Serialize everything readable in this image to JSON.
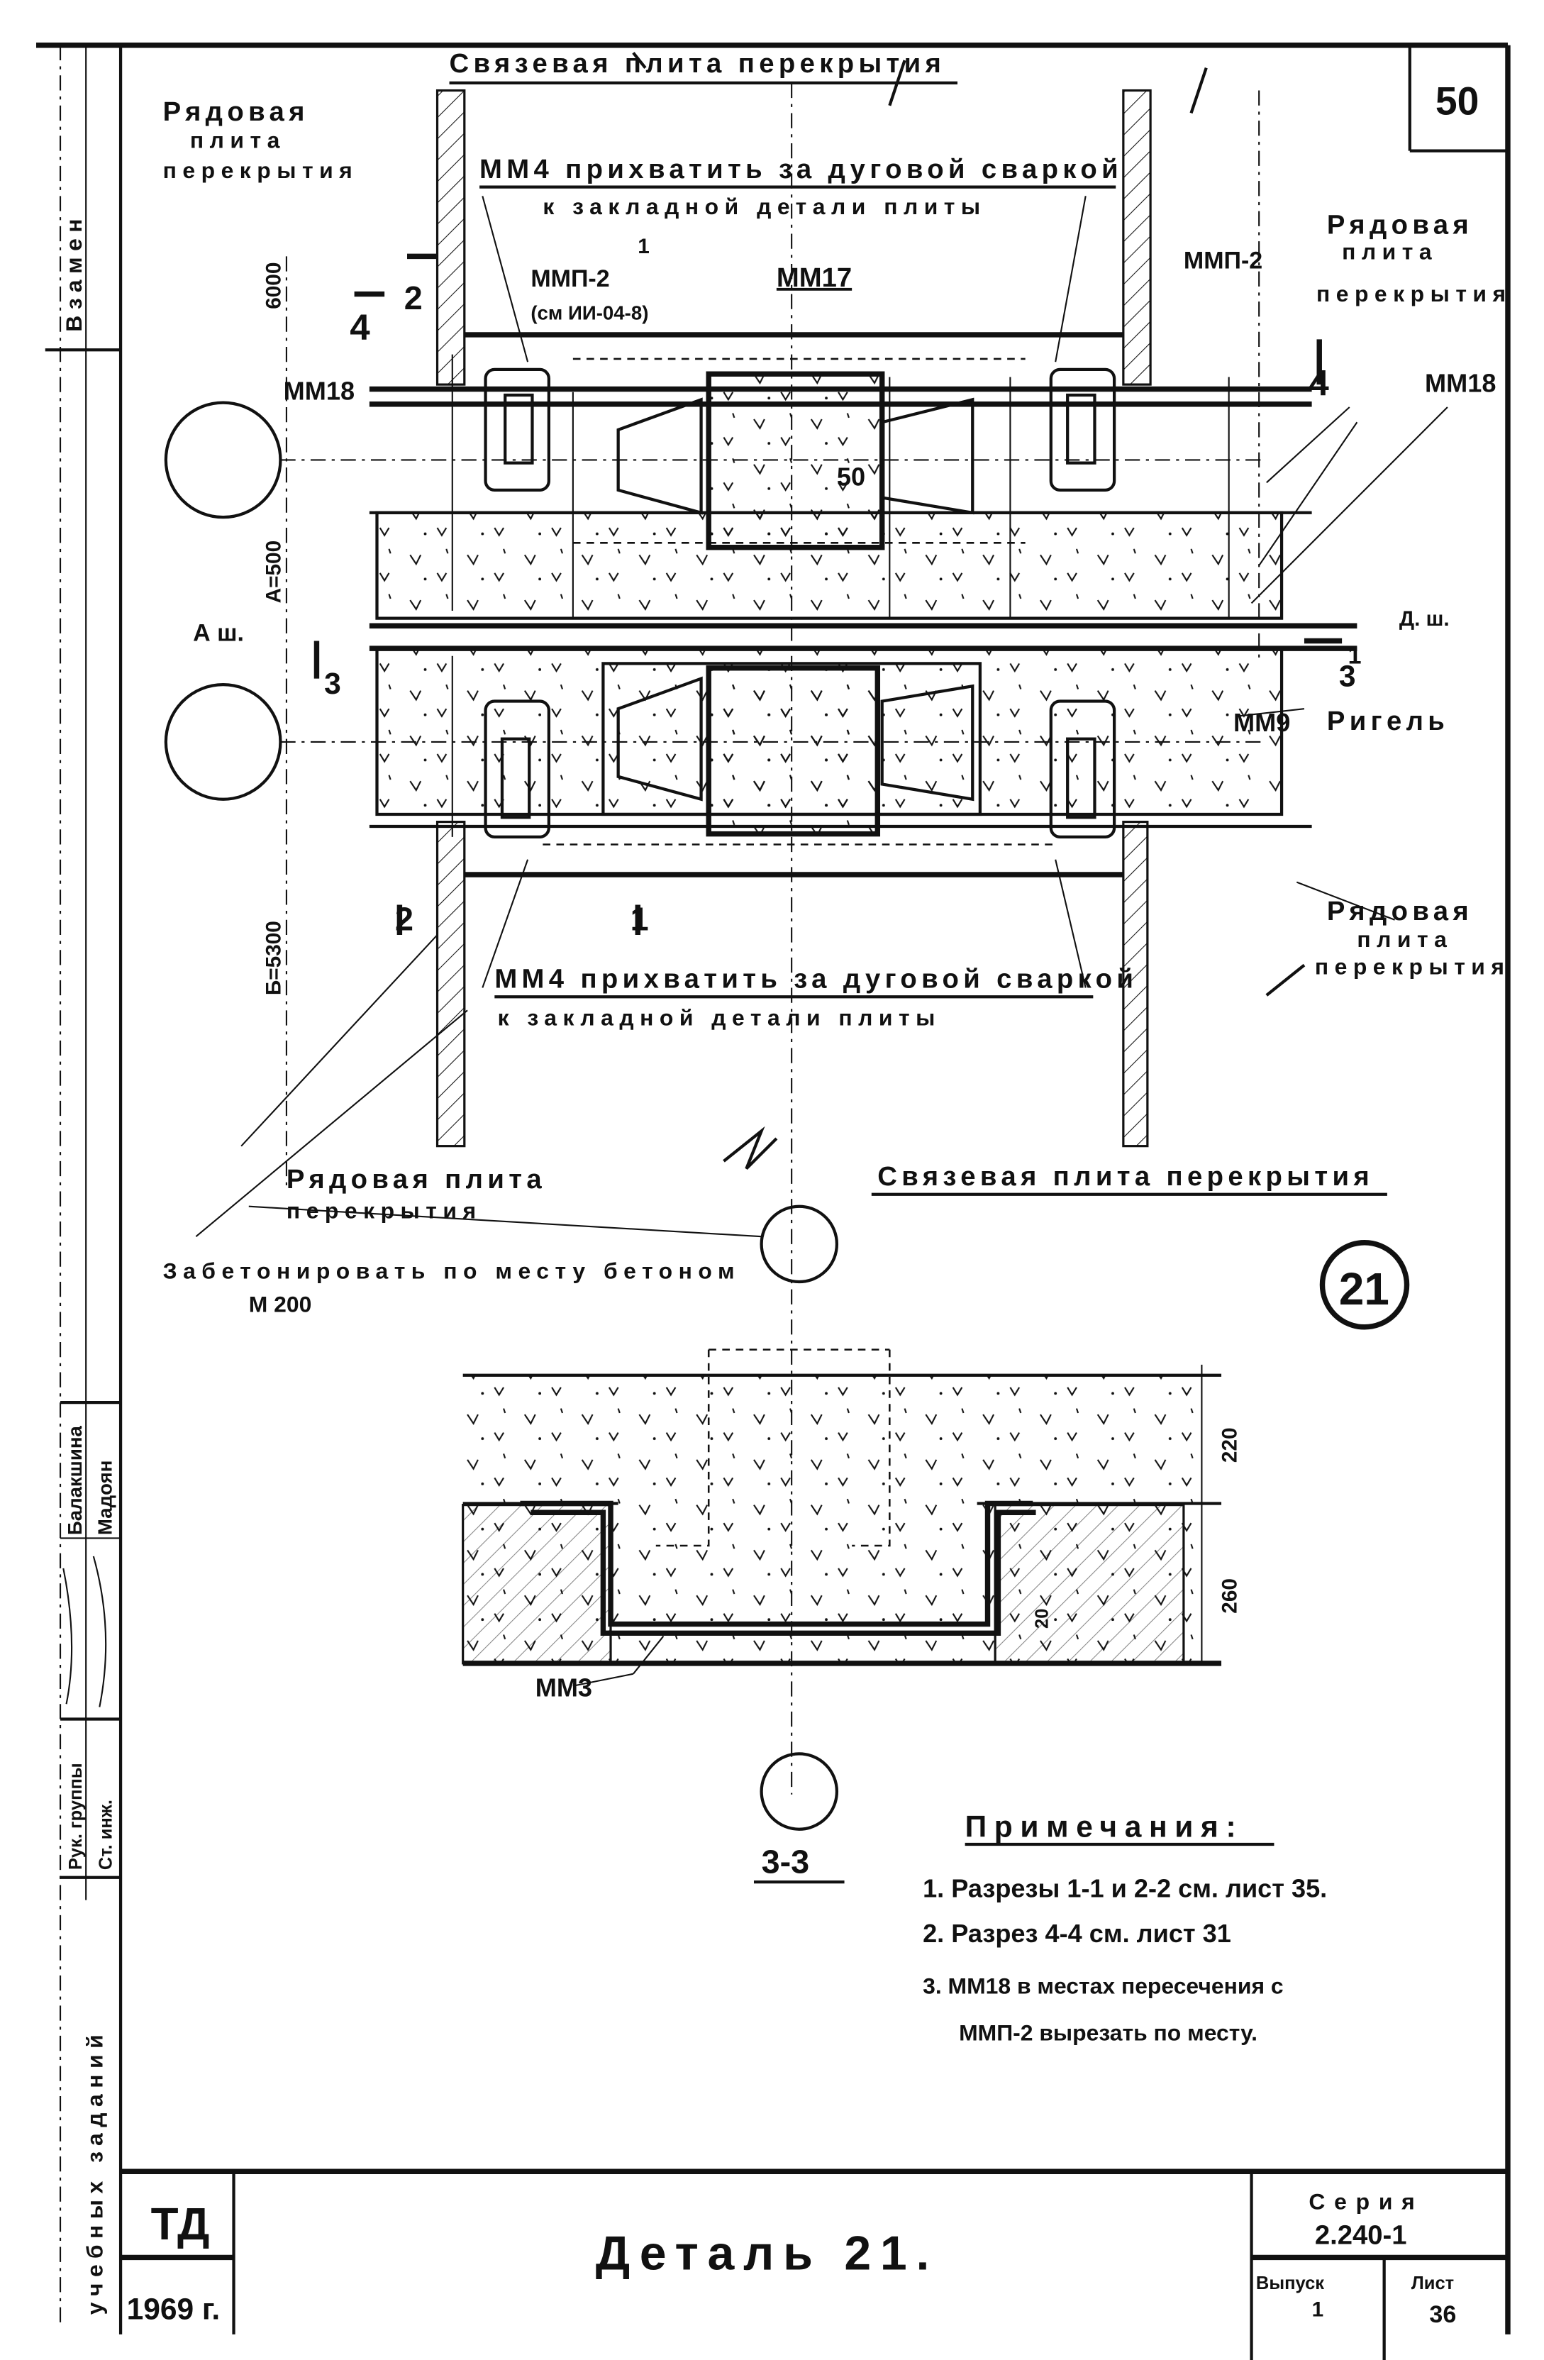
{
  "sheet": {
    "page_number": "50",
    "detail_number": "21",
    "title": "Деталь 21.",
    "code": "ТД",
    "year": "1969 г.",
    "series_label": "Серия",
    "series_value": "2.240-1",
    "issue_label": "Выпуск",
    "issue_value": "1",
    "sheet_label": "Лист",
    "sheet_value": "36"
  },
  "margin": {
    "replaces": "Взамен",
    "role_1": "Рук. группы",
    "role_2": "Ст. инж.",
    "name_1": "Балакшина",
    "name_2": "Мадоян",
    "stamp": "учебных заданий"
  },
  "plan": {
    "top_slab": "Связевая плита перекрытия",
    "bottom_slab": "Связевая плита перекрытия",
    "row_slab_tl": [
      "Рядовая",
      "плита",
      "перекрытия"
    ],
    "row_slab_tr": [
      "Рядовая",
      "плита",
      "перекрытия"
    ],
    "row_slab_br": [
      "Рядовая",
      "плита",
      "перекрытия"
    ],
    "row_slab_bl": [
      "Рядовая плита",
      "перекрытия"
    ],
    "weld_note_top": [
      "ММ4 прихватить за дуговой сваркой",
      "к закладной детали плиты"
    ],
    "weld_note_bottom": [
      "ММ4 прихватить за дуговой сваркой",
      "к закладной детали плиты"
    ],
    "mmp2_left": "ММП-2",
    "mmp2_ref": "(см ИИ-04-8)",
    "mmp2_ref_num": "1",
    "mmp2_right": "ММП-2",
    "mm17": "ММ17",
    "mm18_left": "ММ18",
    "mm18_right": "ММ18",
    "mm9": "ММ9",
    "rigel": "Ригель",
    "dim_50": "50",
    "dim_6000": "6000",
    "dim_a": "А=500",
    "dim_b": "Б=5300",
    "axis_a": "А ш.",
    "axis_d": "Д. ш.",
    "section_marks": [
      "4",
      "2",
      "3",
      "1",
      "4",
      "3",
      "2",
      "1"
    ],
    "concrete_note": [
      "Забетонировать по месту бетоном",
      "М 200"
    ]
  },
  "section": {
    "title": "3-3",
    "dim_top": "220",
    "dim_bottom": "260",
    "dim_20": "20",
    "mm3": "ММ3"
  },
  "notes": {
    "heading": "Примечания:",
    "items": [
      "1. Разрезы 1-1 и 2-2 см. лист 35.",
      "2. Разрез 4-4 см. лист 31",
      "3. ММ18 в местах пересечения с",
      "ММП-2 вырезать по месту."
    ]
  }
}
